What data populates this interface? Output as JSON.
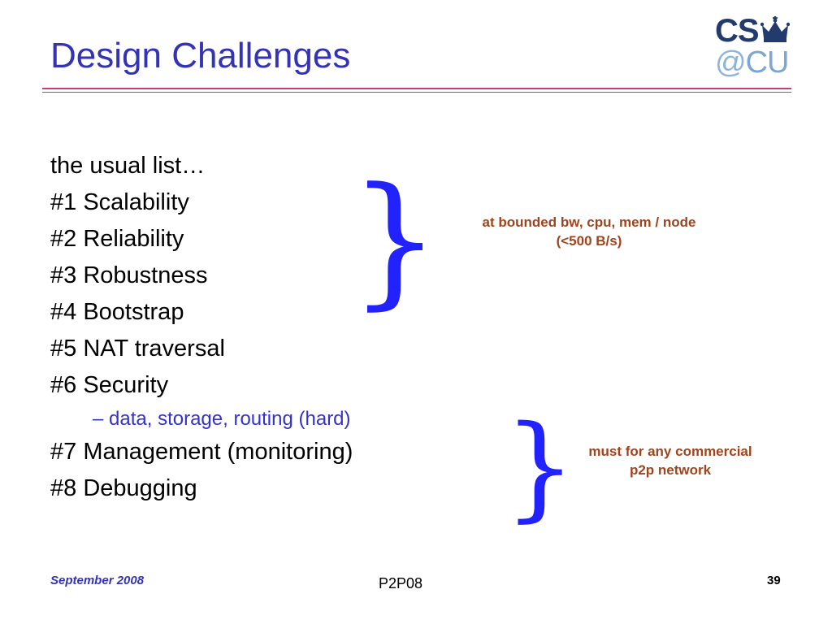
{
  "slide": {
    "title": "Design Challenges",
    "logo": {
      "cs": "CS",
      "at": "@",
      "cu": "CU"
    },
    "list": {
      "intro": "the usual list…",
      "items": [
        "#1 Scalability",
        "#2 Reliability",
        "#3 Robustness",
        "#4 Bootstrap",
        "#5 NAT traversal",
        "#6 Security"
      ],
      "subitem": "– data, storage, routing (hard)",
      "items_after": [
        "#7 Management (monitoring)",
        "#8 Debugging"
      ]
    },
    "brace_glyph": "}",
    "note_top": {
      "line1": "at bounded bw, cpu, mem / node",
      "line2": "(<500 B/s)"
    },
    "note_bottom": {
      "line1": "must for any commercial",
      "line2": "p2p network"
    },
    "colors": {
      "title": "#3333b3",
      "rule": "#c83a7a",
      "brace": "#2222ff",
      "note": "#a0441c",
      "sub_bullet": "#3333cc"
    }
  },
  "footer": {
    "date": "September 2008",
    "center": "P2P08",
    "page_number": "39"
  }
}
